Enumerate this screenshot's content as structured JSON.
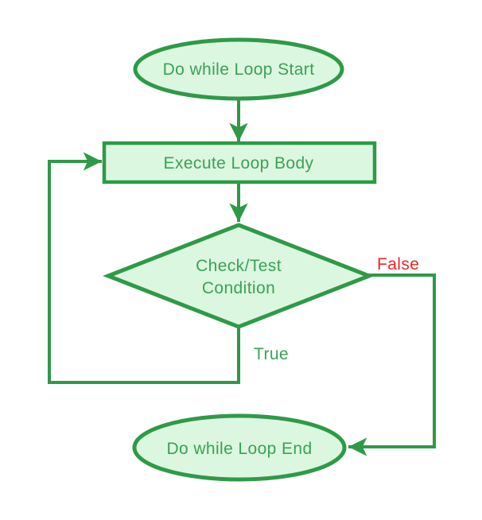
{
  "diagram": {
    "type": "flowchart",
    "subject": "do-while-loop",
    "colors": {
      "background": "#ffffff",
      "stroke": "#2e9a48",
      "node_fill": "#dcf7e0",
      "node_text": "#3aa255",
      "true_label_color": "#3aa255",
      "false_label_color": "#ee2525"
    },
    "nodes": {
      "start": {
        "type": "terminator",
        "label": "Do while Loop Start"
      },
      "body": {
        "type": "process",
        "label": "Execute Loop Body"
      },
      "condition": {
        "type": "decision",
        "label_line1": "Check/Test",
        "label_line2": "Condition"
      },
      "end": {
        "type": "terminator",
        "label": "Do while Loop End"
      }
    },
    "edges": {
      "start_to_body": {
        "from": "start",
        "to": "body",
        "label": ""
      },
      "body_to_condition": {
        "from": "body",
        "to": "condition",
        "label": ""
      },
      "condition_true": {
        "from": "condition",
        "to": "body",
        "label": "True"
      },
      "condition_false": {
        "from": "condition",
        "to": "end",
        "label": "False"
      }
    }
  }
}
